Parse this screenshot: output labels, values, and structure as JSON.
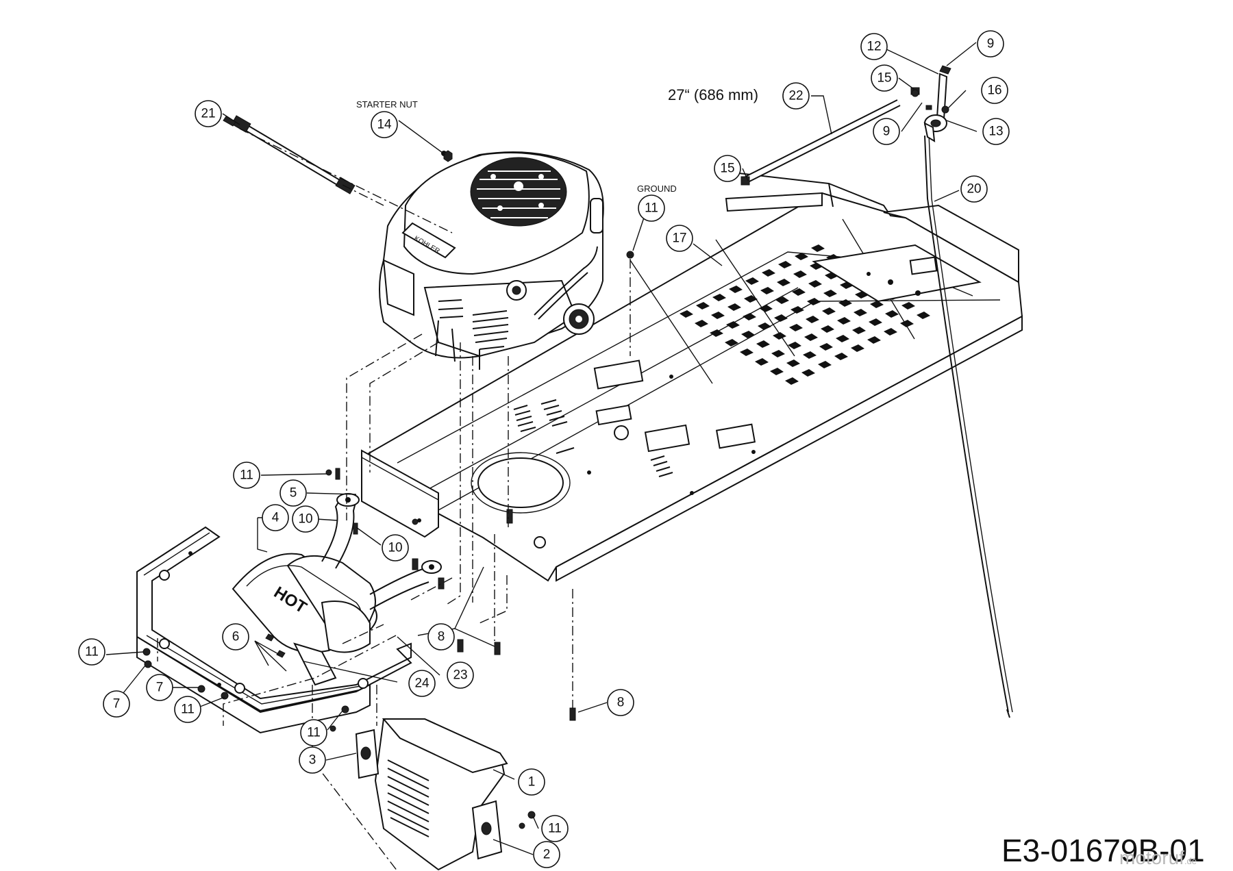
{
  "drawing_number": "E3-01679B-01",
  "labels": {
    "starter_nut": "STARTER NUT",
    "ground": "GROUND",
    "rod_length": "27“ (686 mm)",
    "muffler_text": "HOT",
    "engine_brand": "KOHLER"
  },
  "watermark": "motoruf",
  "watermark_suffix": ".de",
  "callouts": [
    {
      "id": "c-12",
      "label": "12"
    },
    {
      "id": "c-9a",
      "label": "9"
    },
    {
      "id": "c-15a",
      "label": "15"
    },
    {
      "id": "c-16",
      "label": "16"
    },
    {
      "id": "c-22",
      "label": "22"
    },
    {
      "id": "c-9b",
      "label": "9"
    },
    {
      "id": "c-13",
      "label": "13"
    },
    {
      "id": "c-21",
      "label": "21"
    },
    {
      "id": "c-14",
      "label": "14"
    },
    {
      "id": "c-15b",
      "label": "15"
    },
    {
      "id": "c-20",
      "label": "20"
    },
    {
      "id": "c-11a",
      "label": "11"
    },
    {
      "id": "c-17",
      "label": "17"
    },
    {
      "id": "c-11b",
      "label": "11"
    },
    {
      "id": "c-5",
      "label": "5"
    },
    {
      "id": "c-4",
      "label": "4"
    },
    {
      "id": "c-10a",
      "label": "10"
    },
    {
      "id": "c-10b",
      "label": "10"
    },
    {
      "id": "c-6",
      "label": "6"
    },
    {
      "id": "c-8a",
      "label": "8"
    },
    {
      "id": "c-11c",
      "label": "11"
    },
    {
      "id": "c-7a",
      "label": "7"
    },
    {
      "id": "c-7b",
      "label": "7"
    },
    {
      "id": "c-11d",
      "label": "11"
    },
    {
      "id": "c-24",
      "label": "24"
    },
    {
      "id": "c-23",
      "label": "23"
    },
    {
      "id": "c-8b",
      "label": "8"
    },
    {
      "id": "c-11e",
      "label": "11"
    },
    {
      "id": "c-3",
      "label": "3"
    },
    {
      "id": "c-1",
      "label": "1"
    },
    {
      "id": "c-11f",
      "label": "11"
    },
    {
      "id": "c-2",
      "label": "2"
    }
  ]
}
